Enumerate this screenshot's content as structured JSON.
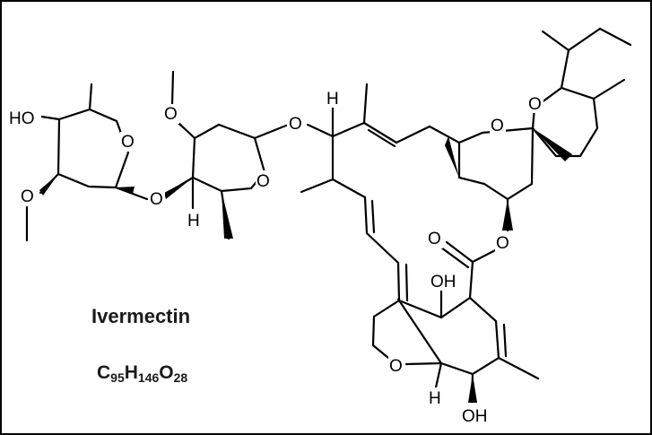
{
  "compound": {
    "name": "Ivermectin",
    "formula": {
      "parts": [
        {
          "symbol": "C",
          "count": "95"
        },
        {
          "symbol": "H",
          "count": "146"
        },
        {
          "symbol": "O",
          "count": "28"
        }
      ]
    }
  },
  "atom_labels": {
    "ho_sugar": "HO",
    "o_ring_a": "O",
    "o_methoxy_a": "O",
    "o_glycoside": "O",
    "o_methoxy_b": "O",
    "o_ring_b": "O",
    "h_ring_b": "H",
    "o_link_c13": "O",
    "h_c13": "H",
    "o_spiro_ring": "O",
    "o_spiro_thp": "O",
    "o_ester": "O",
    "o_carbonyl": "O",
    "oh_c7": "OH",
    "o_furan": "O",
    "h_c6": "H",
    "oh_c5": "OH"
  },
  "colors": {
    "ink": "#000000",
    "border": "#000000",
    "background": "#ffffff"
  }
}
